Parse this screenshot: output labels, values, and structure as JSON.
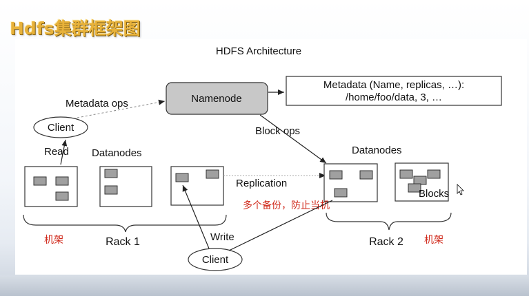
{
  "slide": {
    "title": "Hdfs集群框架图"
  },
  "diagram": {
    "title": "HDFS Architecture",
    "namenode": "Namenode",
    "metadata_line1": "Metadata (Name, replicas, …):",
    "metadata_line2": "/home/foo/data, 3, …",
    "metadata_ops": "Metadata ops",
    "block_ops": "Block ops",
    "client_top": "Client",
    "client_bottom": "Client",
    "read": "Read",
    "write": "Write",
    "datanodes_left": "Datanodes",
    "datanodes_right": "Datanodes",
    "replication": "Replication",
    "blocks": "Blocks",
    "rack1": "Rack 1",
    "rack2": "Rack 2",
    "annot_rack_left": "机架",
    "annot_rack_right": "机架",
    "annot_backup": "多个备份，防止当机"
  },
  "colors": {
    "title": "#e8b23a",
    "namenode_fill": "#c8c8c8",
    "block_fill": "#a0a0a0",
    "annotation": "#d0281a"
  }
}
